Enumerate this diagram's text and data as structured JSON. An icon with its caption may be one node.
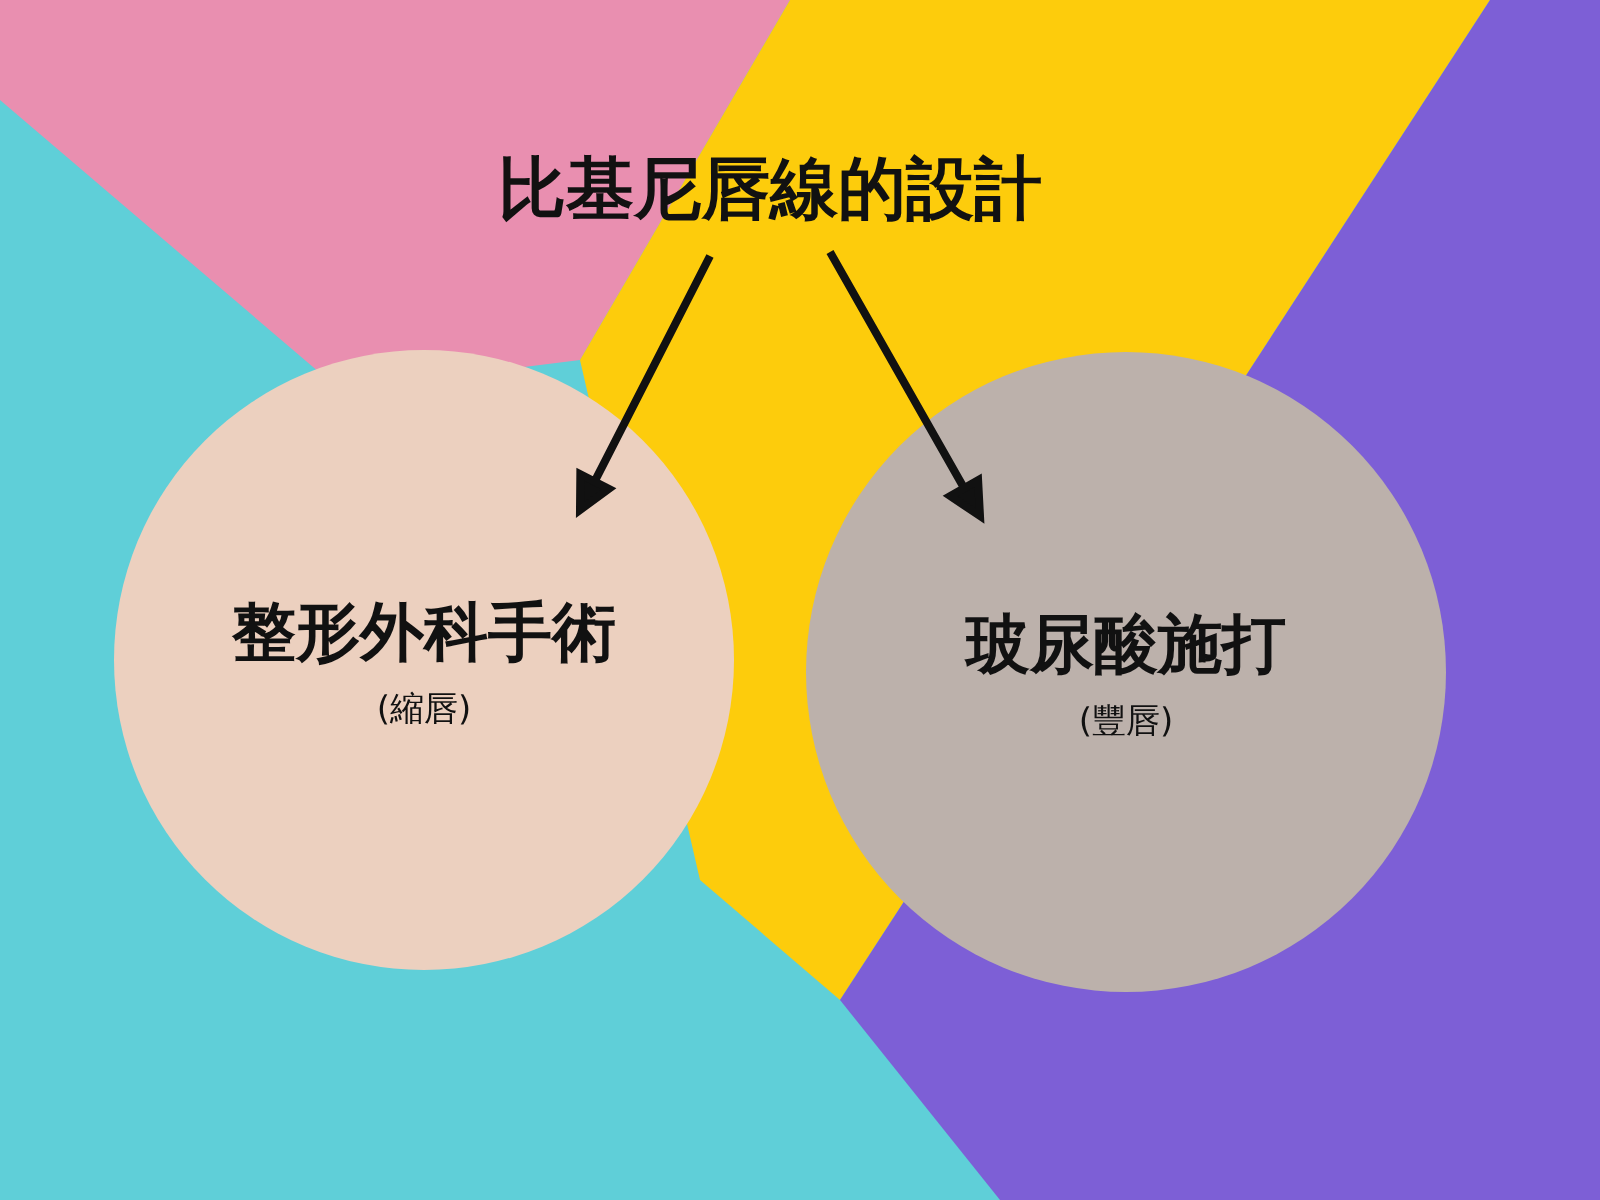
{
  "diagram": {
    "nodes": [
      {
        "text": [
          "比基尼唇線的設計"
        ]
      },
      {
        "text": [
          "整形外科手術",
          "(縮唇)"
        ]
      },
      {
        "text": [
          "玻尿酸施打",
          "(豐唇)"
        ]
      }
    ],
    "edges": [
      {
        "from": 0,
        "to": 1,
        "arrow": "to"
      },
      {
        "from": 0,
        "to": 2,
        "arrow": "to"
      }
    ]
  }
}
